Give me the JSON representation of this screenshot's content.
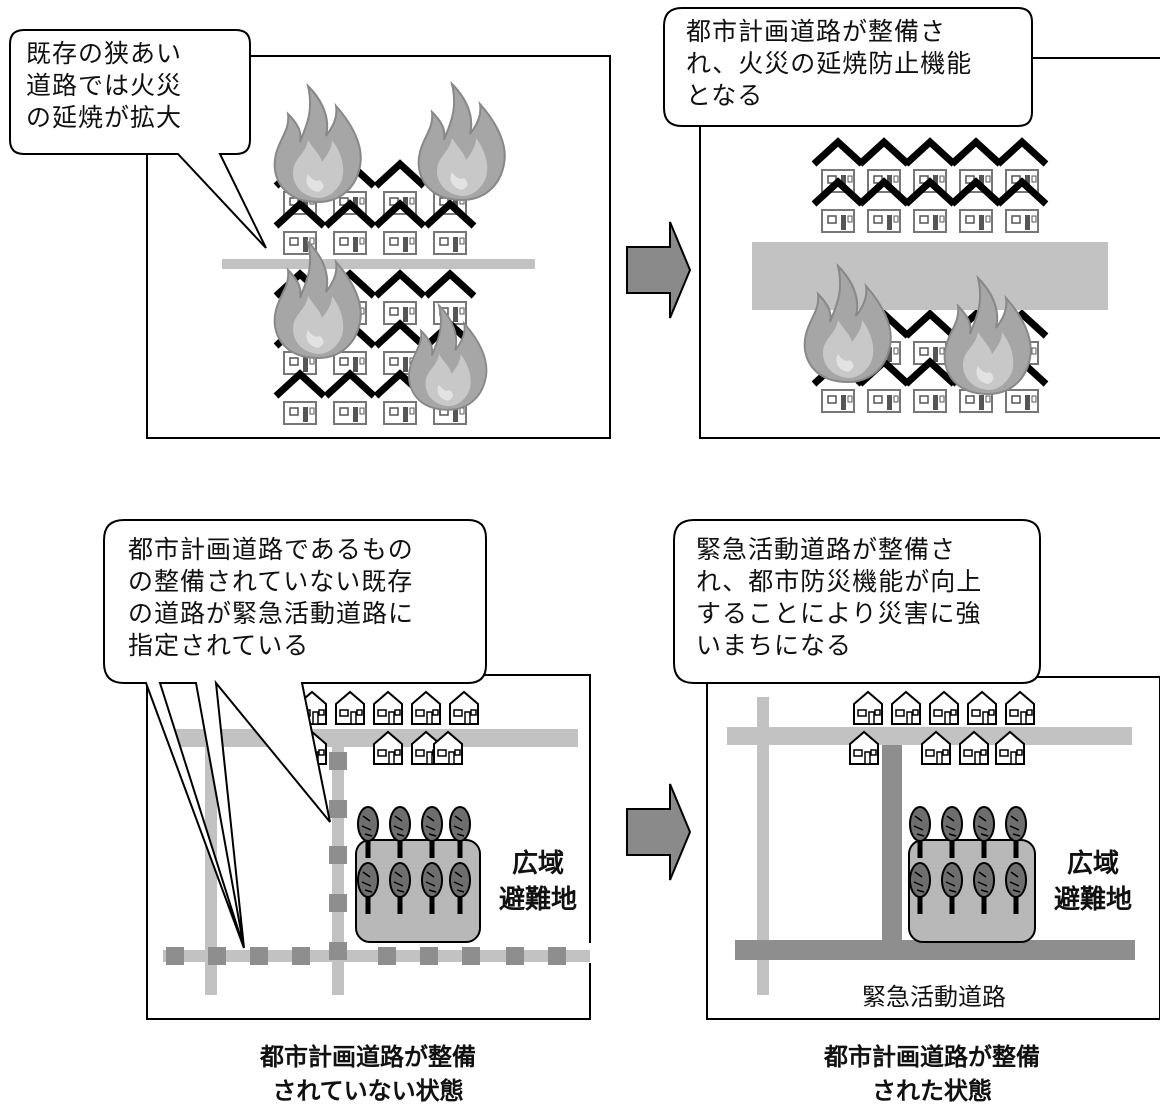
{
  "panels": {
    "top_left": {
      "callout": [
        "既存の狭あい",
        "道路では火災",
        "の延焼が拡大"
      ]
    },
    "top_right": {
      "callout": [
        "都市計画道路が整備さ",
        "れ、火災の延焼防止機能",
        "となる"
      ]
    },
    "bottom_left": {
      "callout": [
        "都市計画道路であるもの",
        "の整備されていない既存",
        "の道路が緊急活動道路に",
        "指定されている"
      ],
      "park_label": [
        "広域",
        "避難地"
      ],
      "caption": [
        "都市計画道路が整備",
        "されていない状態"
      ]
    },
    "bottom_right": {
      "callout": [
        "緊急活動道路が整備さ",
        "れ、都市防災機能が向上",
        "することにより災害に強",
        "いまちになる"
      ],
      "park_label": [
        "広域",
        "避難地"
      ],
      "road_label": "緊急活動道路",
      "caption": [
        "都市計画道路が整備",
        "された状態"
      ]
    }
  },
  "icons": [
    "fire-icon",
    "house-icon",
    "tree-icon",
    "arrow-right-icon"
  ],
  "colors": {
    "road_light": "#c2c2c2",
    "road_dark": "#8e8e8e",
    "park_fill": "#b8b8b8",
    "flame": "#a0a0a0",
    "arrow": "#8a8a8a"
  }
}
